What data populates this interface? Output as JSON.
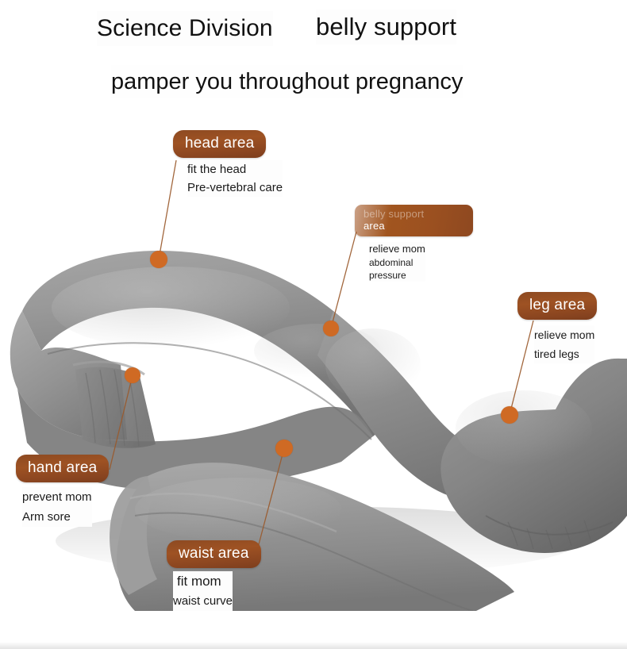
{
  "headings": {
    "primary": "Science Division",
    "secondary": "belly support",
    "sub": "pamper you throughout pregnancy"
  },
  "colors": {
    "badge_brown": "#8d4a22",
    "dot_orange": "#cf6a24",
    "leader_line": "#9a5a2c",
    "pillow_gray": "#8c8c8c",
    "text_dark": "#1a1a1a"
  },
  "callouts": [
    {
      "id": "head",
      "badge": "head area",
      "desc": [
        "fit the head",
        "Pre-vertebral care"
      ]
    },
    {
      "id": "belly",
      "badge_line1": "belly support",
      "badge_line2": "area",
      "desc": [
        "relieve mom",
        "abdominal",
        "pressure"
      ]
    },
    {
      "id": "leg",
      "badge": "leg area",
      "desc": [
        "relieve mom",
        "tired legs"
      ]
    },
    {
      "id": "hand",
      "badge": "hand area",
      "desc": [
        "prevent mom",
        "Arm sore"
      ]
    },
    {
      "id": "waist",
      "badge": "waist area",
      "desc": [
        "fit mom",
        "waist curve"
      ]
    }
  ],
  "product": {
    "name": "u-shaped-pregnancy-pillow",
    "material_look": "gray velvet"
  }
}
